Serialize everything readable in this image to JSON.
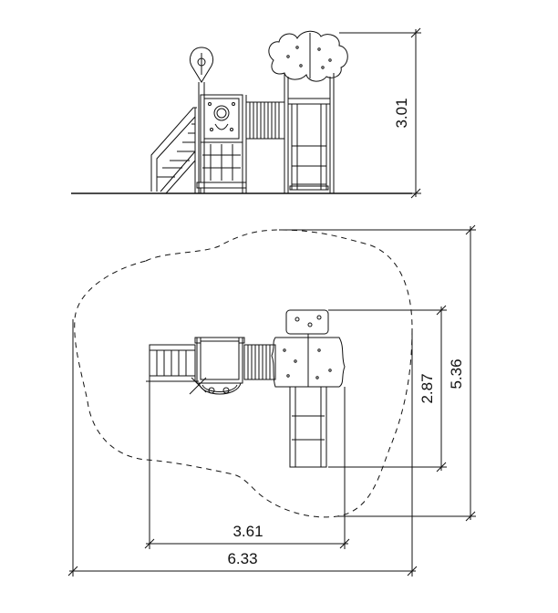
{
  "dimensions": {
    "elevation_height": "3.01",
    "plan_depth_inner": "2.87",
    "plan_depth_outer": "5.36",
    "plan_width_inner": "3.61",
    "plan_width_outer": "6.33"
  }
}
